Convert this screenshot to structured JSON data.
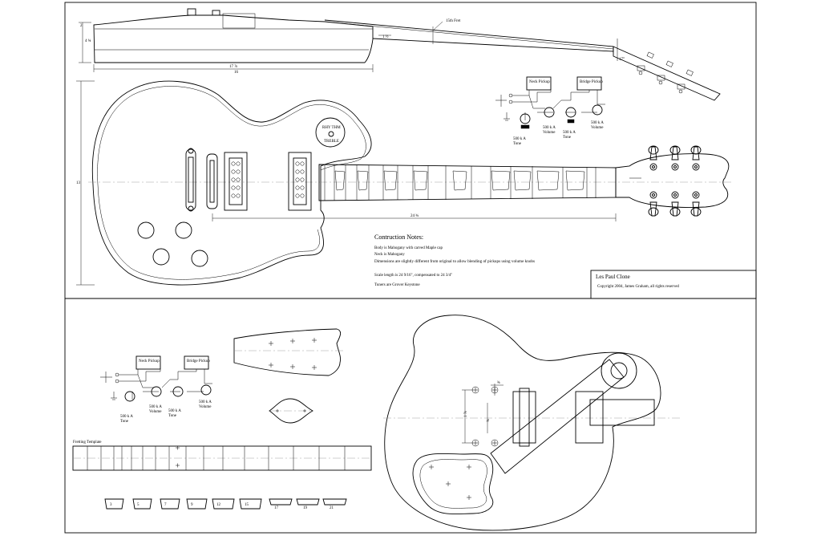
{
  "side_view": {
    "dim_length": "17 ⅞",
    "dim_length_sub": "16",
    "dim_height": "2",
    "dim_angle": "4 ¾",
    "dim_head": "1 ½",
    "dim_neck_angle": "17°",
    "fret_label": "15th Fret"
  },
  "front_view": {
    "dim_width": "13",
    "dim_scale": "24 ¾",
    "pickup_selector": [
      "RHY THM",
      "TREBLE"
    ]
  },
  "wiring_top": {
    "neck_pickup": "Neck Pickup",
    "bridge_pickup": "Bridge Pickup",
    "pots": [
      {
        "value": "500 k A",
        "kind": "Tone"
      },
      {
        "value": "500 k A",
        "kind": "Volume"
      },
      {
        "value": "500 k A",
        "kind": "Tone"
      },
      {
        "value": "500 k A",
        "kind": "Volume"
      }
    ]
  },
  "notes": {
    "heading": "Contruction Notes:",
    "lines": [
      "Body is Mahogany with carved Maple cap",
      "Neck is Mahogany",
      "Dimensions are slightly different from original to allow blending of pickups using volume knobs",
      "Scale length is 24 9/16\", compensated to 24 3/4\"",
      "Tuners are Grover Keystone"
    ]
  },
  "title_block": {
    "title": "Les Paul Clone",
    "copyright": "Copyright 2004, James Graham, all rights reserved"
  },
  "wiring_bottom": {
    "neck_pickup": "Neck Pickup",
    "bridge_pickup": "Bridge Pickup",
    "pots": [
      {
        "value": "500 k A",
        "kind": "Tone"
      },
      {
        "value": "500 k A",
        "kind": "Volume"
      },
      {
        "value": "500 k A",
        "kind": "Tone"
      },
      {
        "value": "500 k A",
        "kind": "Volume"
      }
    ]
  },
  "fretting_template": {
    "label": "Fretting Template",
    "inlay_labels": [
      "3",
      "5",
      "7",
      "9",
      "12",
      "15",
      "17",
      "19",
      "21"
    ]
  },
  "routing": {
    "dim_a": "¾",
    "dim_b": "1 ⅞",
    "dim_c": "¾"
  }
}
